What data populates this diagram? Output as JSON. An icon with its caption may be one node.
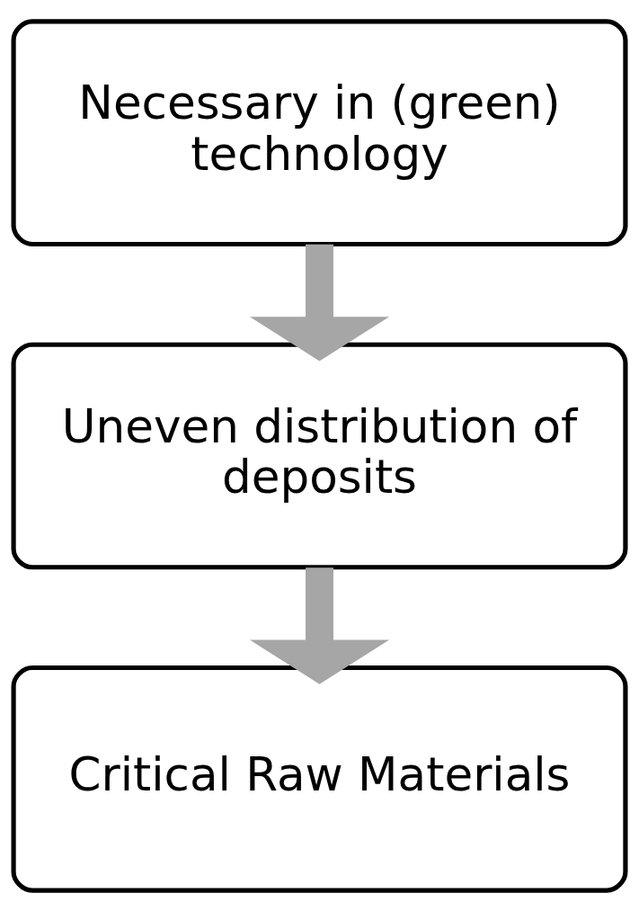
{
  "diagram": {
    "nodes": [
      {
        "text": [
          "Necessary in (green) technology"
        ]
      },
      {
        "text": [
          "Uneven distribution of deposits"
        ]
      },
      {
        "text": [
          "Critical Raw Materials"
        ]
      }
    ],
    "edges": [
      {
        "from": 0,
        "to": 1,
        "arrow": "to"
      },
      {
        "from": 1,
        "to": 2,
        "arrow": "to"
      }
    ]
  }
}
